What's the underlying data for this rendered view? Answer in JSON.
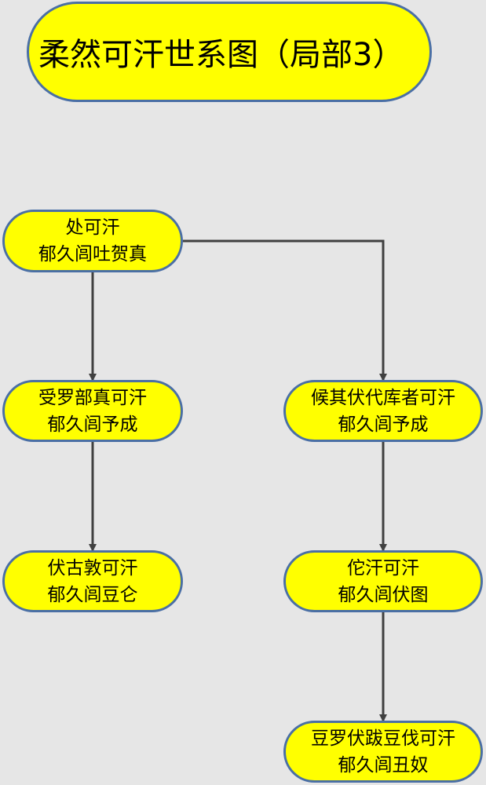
{
  "title": "柔然可汗世系图（局部3）",
  "nodes": {
    "chu": {
      "title": "处可汗",
      "name": "郁久闾吐贺真"
    },
    "shouluobu": {
      "title": "受罗部真可汗",
      "name": "郁久闾予成"
    },
    "houqi": {
      "title": "候其伏代库者可汗",
      "name": "郁久闾予成"
    },
    "fugudun": {
      "title": "伏古敦可汗",
      "name": "郁久闾豆仑"
    },
    "tuohan": {
      "title": "佗汗可汗",
      "name": "郁久闾伏图"
    },
    "douluo": {
      "title": "豆罗伏跋豆伐可汗",
      "name": "郁久闾丑奴"
    }
  },
  "colors": {
    "background": "#e6e6e6",
    "node_fill": "#ffff00",
    "node_border": "#4a6fa5",
    "connector": "#404040"
  }
}
